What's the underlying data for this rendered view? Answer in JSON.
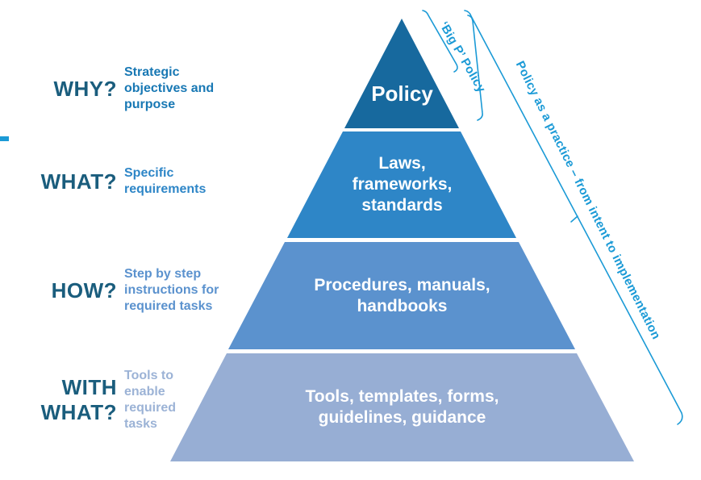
{
  "accent": {
    "annotation_blue": "#1b9ad6",
    "question_color": "#1a5d7d"
  },
  "decorations": {
    "left_edge_dash_color": "#1b9ad6"
  },
  "left_column": {
    "rows": [
      {
        "question": "WHY?",
        "description": "Strategic objectives and purpose",
        "color": "#1878b4"
      },
      {
        "question": "WHAT?",
        "description": "Specific requirements",
        "color": "#2e86c7"
      },
      {
        "question": "HOW?",
        "description": "Step by step instructions for required tasks",
        "color": "#5b92ce"
      },
      {
        "question": "WITH WHAT?",
        "description": "Tools to enable required tasks",
        "color": "#9cb3d6"
      }
    ]
  },
  "pyramid": {
    "levels": [
      {
        "label": "Policy",
        "color": "#17699e"
      },
      {
        "label": "Laws, frameworks, standards",
        "color": "#2e86c7"
      },
      {
        "label": "Procedures, manuals, handbooks",
        "color": "#5b92ce"
      },
      {
        "label": "Tools, templates, forms, guidelines, guidance",
        "color": "#97aed4"
      }
    ]
  },
  "annotations": {
    "big_p_label": "‘Big P’ Policy",
    "practice_label": "Policy as a practice – from intent to implementation"
  }
}
